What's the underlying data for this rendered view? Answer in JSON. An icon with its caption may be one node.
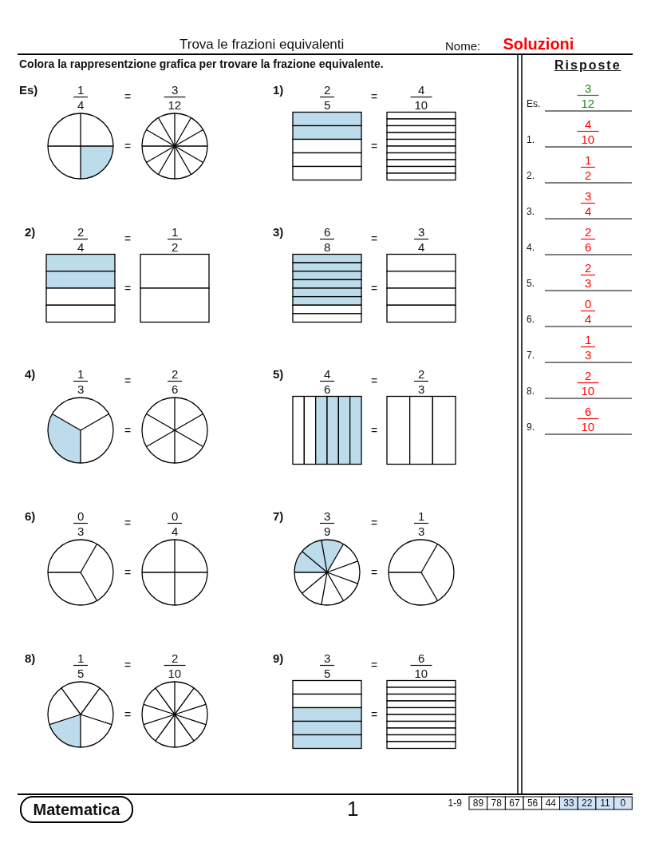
{
  "diagram": {
    "title": "Trova le frazioni equivalenti",
    "labels": [
      "Nome:",
      "Soluzioni",
      "Colora la rappresentzione grafica per trovare la frazione equivalente.",
      "Risposte",
      "Es)",
      "1",
      "4",
      "=",
      "3",
      "12",
      "=",
      "1)",
      "2",
      "5",
      "=",
      "4",
      "10",
      "=",
      "2)",
      "2",
      "4",
      "=",
      "1",
      "2",
      "=",
      "3)",
      "6",
      "8",
      "=",
      "3",
      "4",
      "=",
      "4)",
      "1",
      "3",
      "=",
      "2",
      "6",
      "=",
      "5)",
      "4",
      "6",
      "=",
      "2",
      "3",
      "=",
      "6)",
      "0",
      "3",
      "=",
      "0",
      "4",
      "=",
      "7)",
      "3",
      "9",
      "=",
      "1",
      "3",
      "=",
      "8)",
      "1",
      "5",
      "=",
      "2",
      "10",
      "=",
      "9)",
      "3",
      "5",
      "=",
      "6",
      "10",
      "=",
      "Es.",
      "3",
      "12",
      "1.",
      "4",
      "10",
      "2.",
      "1",
      "2",
      "3.",
      "3",
      "4",
      "4.",
      "2",
      "6",
      "5.",
      "2",
      "3",
      "6.",
      "0",
      "4",
      "7.",
      "1",
      "3",
      "8.",
      "2",
      "10",
      "9.",
      "6",
      "10",
      "Matematica",
      "1",
      "1-9",
      "89",
      "78",
      "67",
      "56",
      "44",
      "33",
      "22",
      "11",
      "0"
    ]
  }
}
